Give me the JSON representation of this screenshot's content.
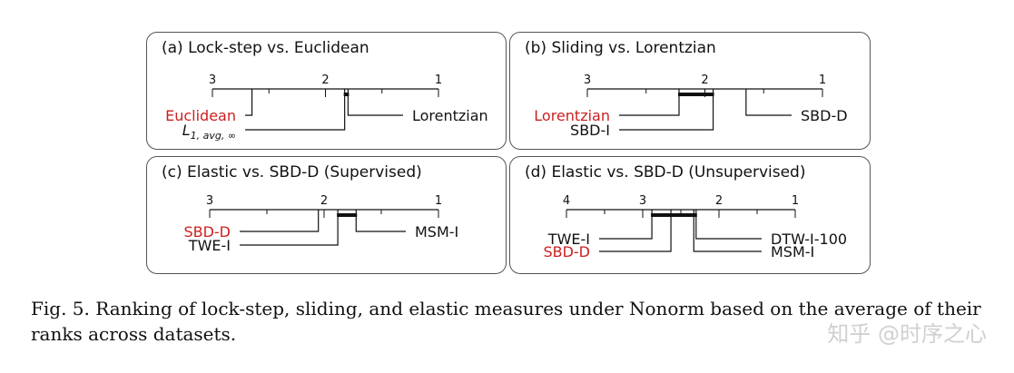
{
  "chart_data": [
    {
      "type": "critical-difference",
      "title": "(a) Lock-step vs. Euclidean",
      "axis": {
        "ticks": [
          "3",
          "2",
          "1"
        ],
        "range": [
          3,
          1
        ]
      },
      "highlight_color": "#cc1f1f",
      "methods": [
        {
          "name": "Euclidean",
          "rank": 2.65,
          "side": "left",
          "highlight": true
        },
        {
          "name": "L",
          "sub": "1, avg, ∞",
          "rank": 1.83,
          "side": "left",
          "highlight": false
        },
        {
          "name": "Lorentzian",
          "rank": 1.8,
          "side": "right",
          "highlight": false
        }
      ],
      "cliques": [
        [
          1.83,
          1.8
        ]
      ]
    },
    {
      "type": "critical-difference",
      "title": "(b) Sliding vs. Lorentzian",
      "axis": {
        "ticks": [
          "3",
          "2",
          "1"
        ],
        "range": [
          3,
          1
        ]
      },
      "highlight_color": "#cc1f1f",
      "methods": [
        {
          "name": "Lorentzian",
          "rank": 2.22,
          "side": "left",
          "highlight": true
        },
        {
          "name": "SBD-I",
          "rank": 1.93,
          "side": "left",
          "highlight": false
        },
        {
          "name": "SBD-D",
          "rank": 1.65,
          "side": "right",
          "highlight": false
        }
      ],
      "cliques": [
        [
          2.22,
          1.93
        ]
      ]
    },
    {
      "type": "critical-difference",
      "title": "(c) Elastic vs. SBD-D (Supervised)",
      "axis": {
        "ticks": [
          "3",
          "2",
          "1"
        ],
        "range": [
          3,
          1
        ]
      },
      "highlight_color": "#cc1f1f",
      "methods": [
        {
          "name": "SBD-D",
          "rank": 2.05,
          "side": "left",
          "highlight": true
        },
        {
          "name": "TWE-I",
          "rank": 1.88,
          "side": "left",
          "highlight": false
        },
        {
          "name": "MSM-I",
          "rank": 1.72,
          "side": "right",
          "highlight": false
        }
      ],
      "cliques": [
        [
          1.88,
          1.72
        ]
      ]
    },
    {
      "type": "critical-difference",
      "title": "(d) Elastic vs. SBD-D (Unsupervised)",
      "axis": {
        "ticks": [
          "4",
          "3",
          "2",
          "1"
        ],
        "range": [
          4,
          1
        ]
      },
      "highlight_color": "#cc1f1f",
      "methods": [
        {
          "name": "TWE-I",
          "rank": 2.88,
          "side": "left",
          "highlight": false
        },
        {
          "name": "SBD-D",
          "rank": 2.63,
          "side": "left",
          "highlight": true
        },
        {
          "name": "DTW-I-100",
          "rank": 2.3,
          "side": "right",
          "highlight": false
        },
        {
          "name": "MSM-I",
          "rank": 2.33,
          "side": "right",
          "highlight": false
        }
      ],
      "cliques": [
        [
          2.88,
          2.3
        ]
      ]
    }
  ],
  "caption": "Fig. 5.  Ranking of lock-step, sliding, and elastic measures under Nonorm based on the average of their ranks across datasets.",
  "watermark": "知乎 @时序之心"
}
